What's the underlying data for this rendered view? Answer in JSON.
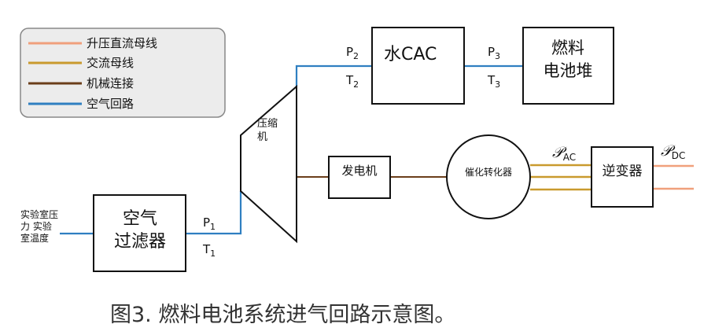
{
  "legend": {
    "items": [
      {
        "label": "升压直流母线",
        "color": "#f0a07c"
      },
      {
        "label": "交流母线",
        "color": "#c99a2e"
      },
      {
        "label": "机械连接",
        "color": "#6b3e1a"
      },
      {
        "label": "空气回路",
        "color": "#2f7fc1"
      }
    ]
  },
  "inputs": {
    "ambient_lines": [
      "实验室压",
      "力 实验",
      "室温度"
    ]
  },
  "components": {
    "air_filter": [
      "空气",
      "过滤器"
    ],
    "compressor": [
      "压缩",
      "机"
    ],
    "cac": "水CAC",
    "fuel_cell_stack": [
      "燃料",
      "电池堆"
    ],
    "generator": "发电机",
    "catalytic_converter": "催化转化器",
    "inverter": "逆变器"
  },
  "state_labels": {
    "p1": {
      "main": "P",
      "sub": "1"
    },
    "t1": {
      "main": "T",
      "sub": "1"
    },
    "p2": {
      "main": "P",
      "sub": "2"
    },
    "t2": {
      "main": "T",
      "sub": "2"
    },
    "p3": {
      "main": "P",
      "sub": "3"
    },
    "t3": {
      "main": "T",
      "sub": "3"
    },
    "pac": {
      "main": "𝒫",
      "sub": "AC"
    },
    "pdc": {
      "main": "𝒫",
      "sub": "DC"
    }
  },
  "colors": {
    "dc_bus": "#f0a07c",
    "ac_bus": "#c99a2e",
    "mechanical": "#6b3e1a",
    "air": "#2f7fc1"
  },
  "caption": "图3. 燃料电池系统进气回路示意图。"
}
